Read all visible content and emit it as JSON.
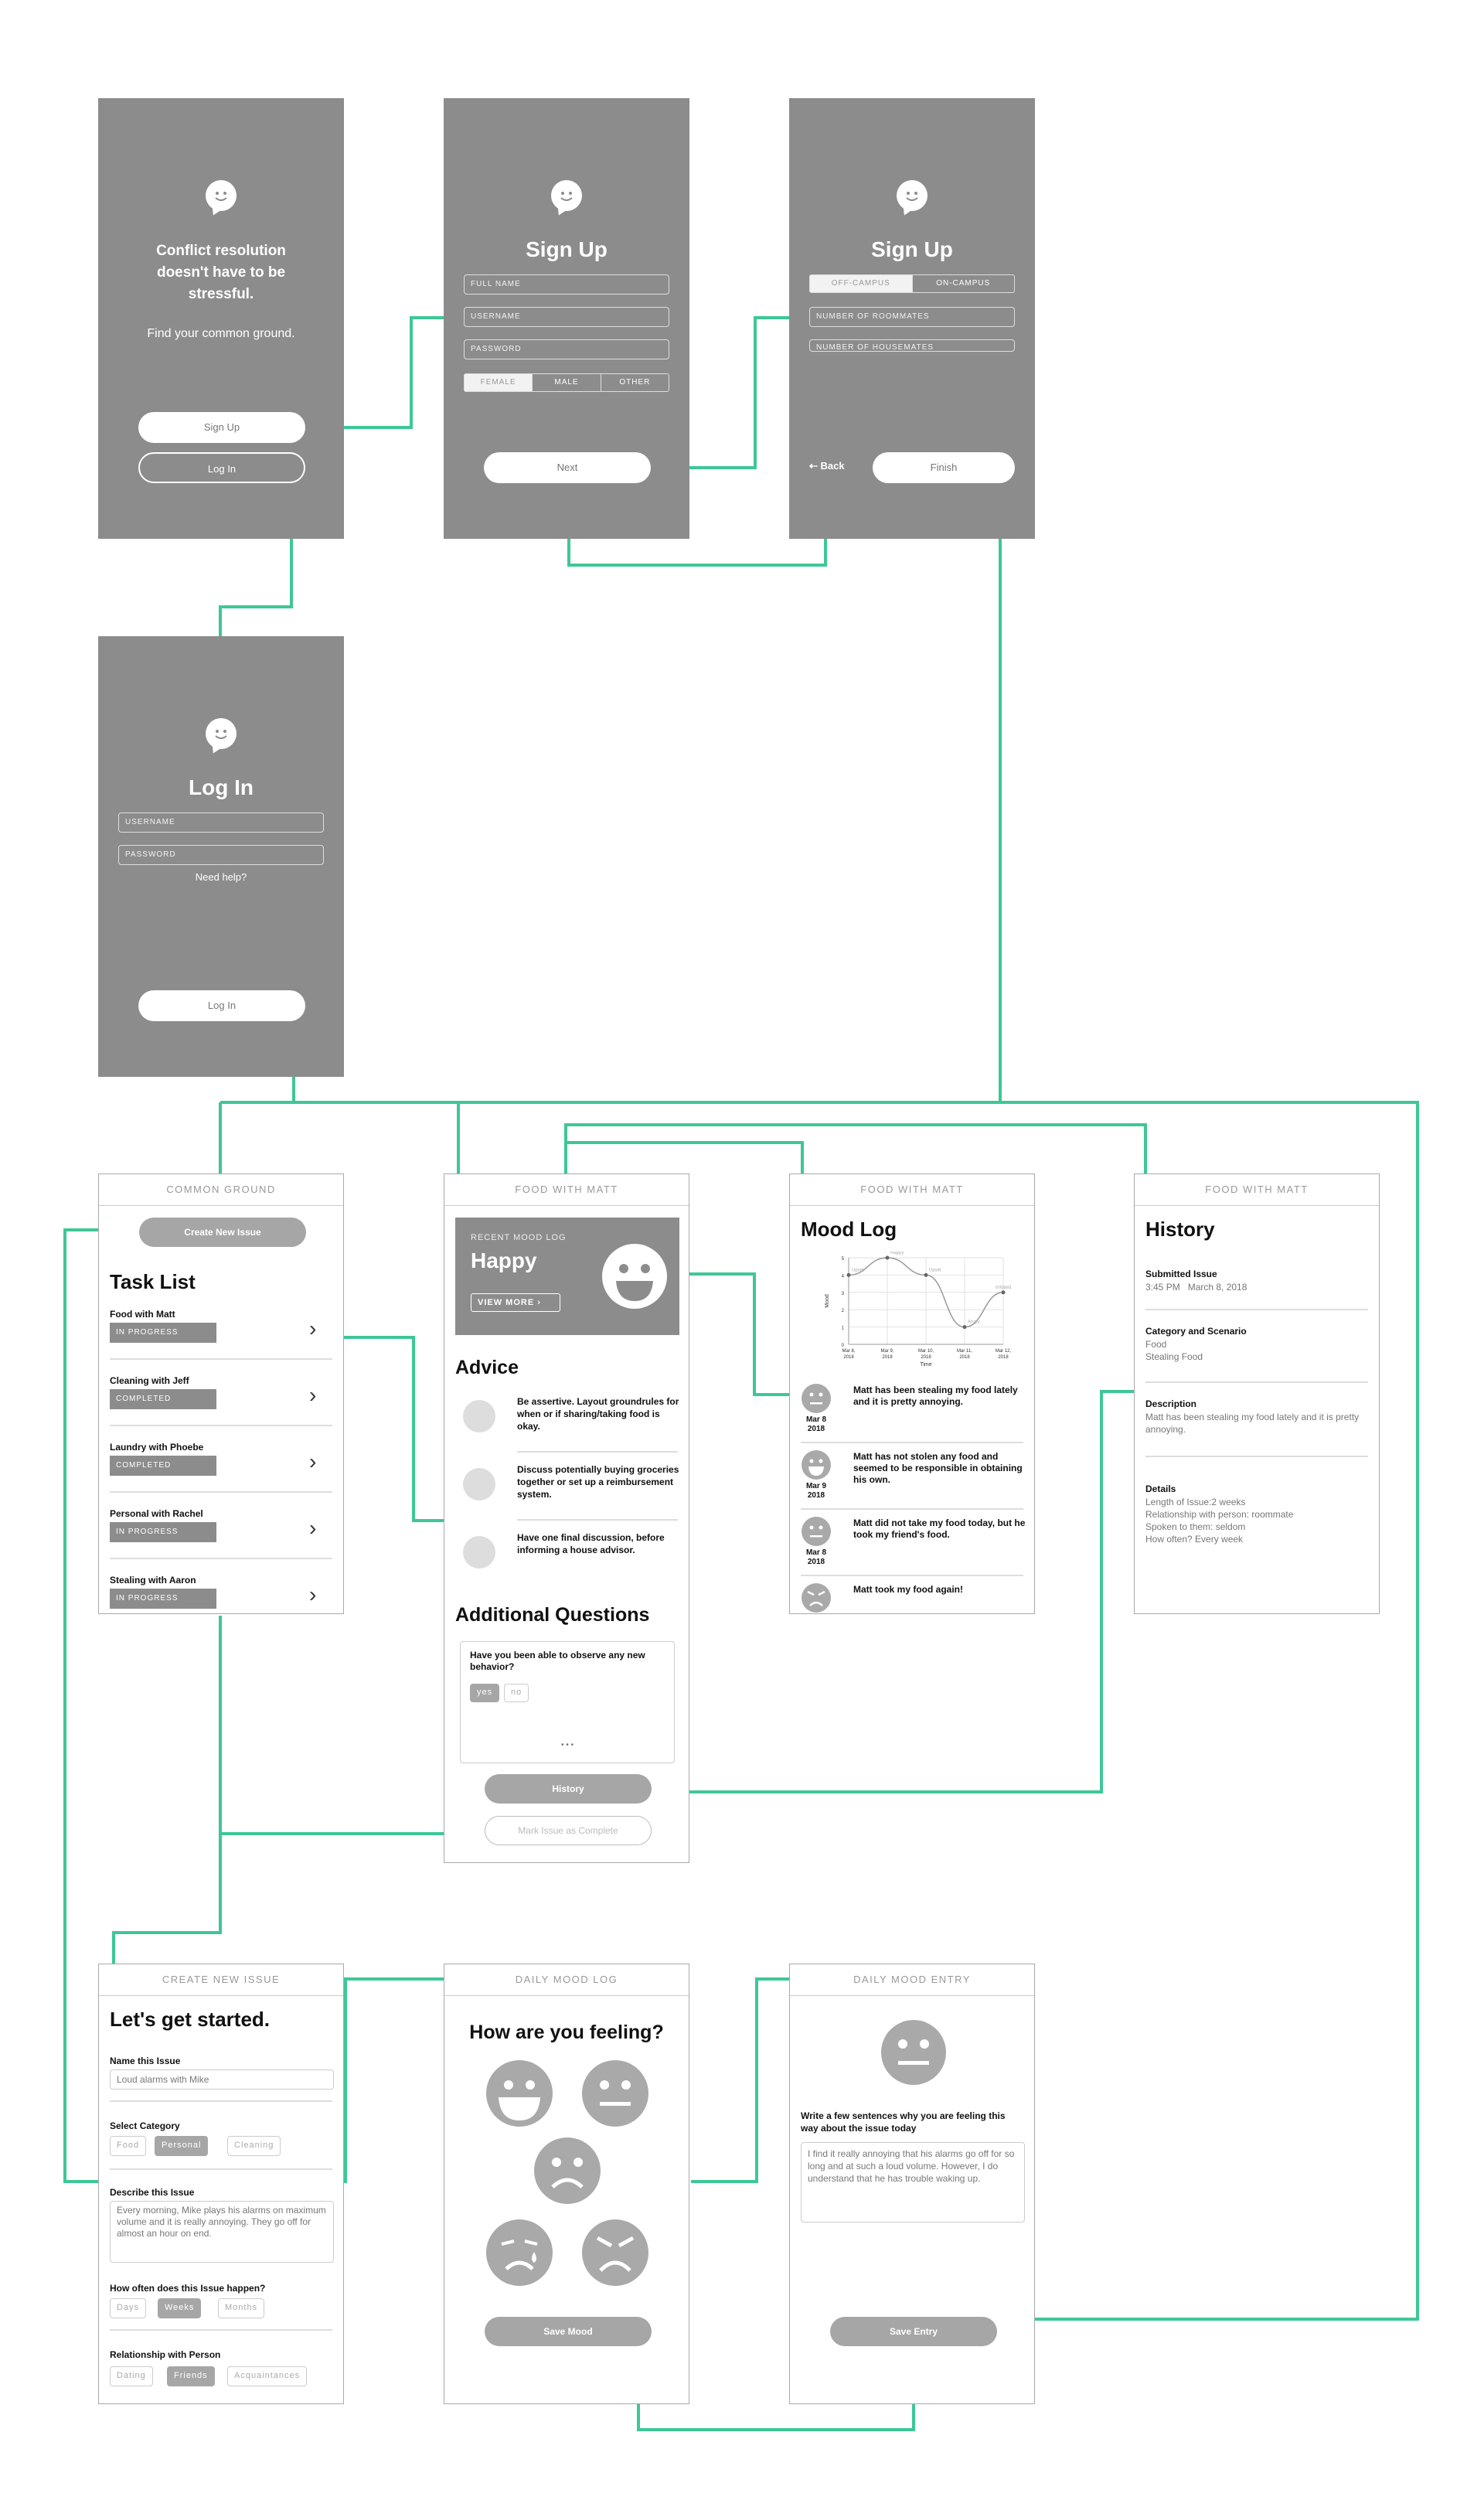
{
  "brand_color": "#3ec796",
  "welcome": {
    "headline": "Conflict resolution doesn't have to be stressful.",
    "subhead": "Find your common ground.",
    "signup_btn": "Sign Up",
    "login_btn": "Log In"
  },
  "signup1": {
    "title": "Sign Up",
    "full_name": "FULL NAME",
    "username": "USERNAME",
    "password": "PASSWORD",
    "gender": [
      "FEMALE",
      "MALE",
      "OTHER"
    ],
    "next_btn": "Next"
  },
  "signup2": {
    "title": "Sign Up",
    "campus": [
      "OFF-CAMPUS",
      "ON-CAMPUS"
    ],
    "roommates": "NUMBER OF ROOMMATES",
    "housemates": "NUMBER OF HOUSEMATES",
    "back_btn": "Back",
    "finish_btn": "Finish"
  },
  "login": {
    "title": "Log In",
    "username": "USERNAME",
    "password": "PASSWORD",
    "help": "Need help?",
    "login_btn": "Log In"
  },
  "tasklist": {
    "header": "COMMON GROUND",
    "new_btn": "Create New Issue",
    "title": "Task List",
    "items": [
      {
        "name": "Food with Matt",
        "status": "IN PROGRESS"
      },
      {
        "name": "Cleaning with Jeff",
        "status": "COMPLETED"
      },
      {
        "name": "Laundry with Phoebe",
        "status": "COMPLETED"
      },
      {
        "name": "Personal with Rachel",
        "status": "IN PROGRESS"
      },
      {
        "name": "Stealing with Aaron",
        "status": "IN PROGRESS"
      }
    ]
  },
  "issue": {
    "header": "FOOD WITH MATT",
    "recent_label": "RECENT MOOD LOG",
    "recent_mood": "Happy",
    "view_more": "VIEW MORE",
    "advice_title": "Advice",
    "advice": [
      "Be assertive. Layout groundrules for when or if sharing/taking food is okay.",
      "Discuss potentially buying groceries together or set up a reimbursement system.",
      "Have one final discussion, before informing a house advisor."
    ],
    "questions_title": "Additional Questions",
    "question": "Have you been able to observe any new behavior?",
    "yes": "yes",
    "no": "no",
    "dots": "• • •",
    "history_btn": "History",
    "complete_btn": "Mark Issue as Complete"
  },
  "moodlog": {
    "header": "FOOD WITH MATT",
    "title": "Mood Log",
    "chart_data": {
      "type": "line",
      "x": [
        "Mar 8, 2018",
        "Mar 9, 2018",
        "Mar 10, 2018",
        "Mar 11, 2018",
        "Mar 12, 2018"
      ],
      "values": [
        4,
        5,
        4,
        1,
        3
      ],
      "point_labels": [
        "Upset",
        "Happy",
        "Upset",
        "Angry",
        "Irritated"
      ],
      "xlabel": "Time",
      "ylabel": "Mood",
      "ylim": [
        0,
        5
      ],
      "yticks": [
        "0",
        "1",
        "2",
        "3",
        "4",
        "5"
      ]
    },
    "entries": [
      {
        "text": "Matt has been stealing my food lately and it is pretty annoying.",
        "date": "Mar 8\n2018",
        "face": "neutral"
      },
      {
        "text": "Matt has not stolen any food and seemed to be responsible in obtaining his own.",
        "date": "Mar 9\n2018",
        "face": "happy"
      },
      {
        "text": "Matt did not take my food today, but he took my friend's food.",
        "date": "Mar 8\n2018",
        "face": "neutral"
      },
      {
        "text": "Matt took my food again!",
        "date": "",
        "face": "angry"
      }
    ]
  },
  "history": {
    "header": "FOOD WITH MATT",
    "title": "History",
    "submitted_label": "Submitted Issue",
    "submitted_value": "3:45 PM   March 8, 2018",
    "category_label": "Category and Scenario",
    "category_lines": [
      "Food",
      "Stealing Food"
    ],
    "description_label": "Description",
    "description_value": "Matt has been stealing my food lately and it is pretty annoying.",
    "details_label": "Details",
    "details_lines": [
      "Length of Issue:2 weeks",
      "Relationship with person: roommate",
      "Spoken to them: seldom",
      "How often? Every week"
    ]
  },
  "create": {
    "header": "CREATE NEW ISSUE",
    "title": "Let's get started.",
    "name_label": "Name this Issue",
    "name_value": "Loud alarms with Mike",
    "category_label": "Select Category",
    "categories": [
      "Food",
      "Personal",
      "Cleaning"
    ],
    "describe_label": "Describe this Issue",
    "describe_value": "Every morning, Mike plays his alarms on maximum volume and it is really annoying. They go off for almost an hour on end.",
    "freq_label": "How often does this Issue happen?",
    "freqs": [
      "Days",
      "Weeks",
      "Months"
    ],
    "rel_label": "Relationship with Person",
    "rels": [
      "Dating",
      "Friends",
      "Acquaintances"
    ]
  },
  "dailymood": {
    "header": "DAILY MOOD LOG",
    "title": "How are you feeling?",
    "save_btn": "Save Mood"
  },
  "entry": {
    "header": "DAILY MOOD ENTRY",
    "prompt": "Write a few sentences why you are feeling this way about the issue today",
    "text": "I find it really annoying that his alarms go off for so long and at such a loud volume. However, I do understand that he has trouble waking up.",
    "save_btn": "Save Entry"
  }
}
